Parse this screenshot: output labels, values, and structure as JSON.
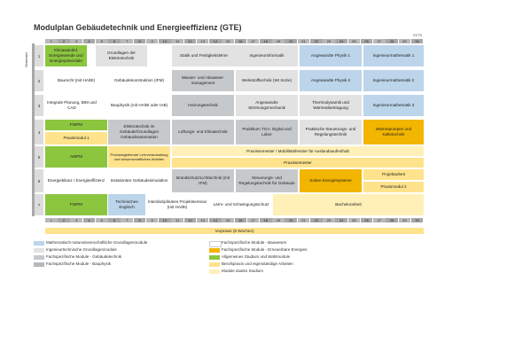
{
  "title": "Modulplan Gebäudetechnik und Energieeffizienz (GTE)",
  "ects_label": "ECTS",
  "semester_label": "Semester",
  "columns": [
    "1",
    "2",
    "3",
    "4",
    "5",
    "6",
    "7",
    "8",
    "9",
    "10",
    "11",
    "12",
    "13",
    "14",
    "15",
    "16",
    "17",
    "18",
    "19",
    "20",
    "21",
    "22",
    "23",
    "24",
    "25",
    "26",
    "27",
    "28",
    "29",
    "30"
  ],
  "rows": [
    "1",
    "2",
    "3",
    "4",
    "5",
    "6",
    "7"
  ],
  "colors": {
    "math": "#bcd5ea",
    "engineering": "#e2e2e2",
    "building_tech": "#c6c9cc",
    "building_phys": "#b5b9bd",
    "general": "#8cc63f",
    "practice": "#ffe38c",
    "renewables": "#f2b500"
  },
  "modules": {
    "r1c1": "Klimawandel, Energiewende und Energiepotenziale",
    "r1c2": "Grundlagen der Elektrotechnik",
    "r1c3": "Statik und Festigkeitslehre",
    "r1c4": "Ingenieurinformatik",
    "r1c5": "Angewandte Physik 1",
    "r1c6": "Ingenieurmathematik 1",
    "r2c1": "Baurecht (mit HA/BI)",
    "r2c2": "Gebäudekonstruktion (IFM)",
    "r2c3": "Wasser- und Abwasser-management",
    "r2c4": "Werkstofftechnik (WI SoSe)",
    "r2c5": "Angewandte Physik 2",
    "r2c6": "Ingenieurmathematik 2",
    "r3c1": "Integrale Planung, BIM und CAD",
    "r3c2": "Bauphysik (mit HA/BI oder IAB)",
    "r3c3": "Heizungstechnik",
    "r3c4": "Angewandte Strömungsmechanik",
    "r3c5": "Thermodynamik und Wärmeübertragung",
    "r3c6": "Ingenieurmathematik 3",
    "r4c1a": "FWPM",
    "r4c1b": "Praxismodul 1",
    "r4c2": "Elektrotechnik im Gebäude/Grundlagen Gebäudeautomation",
    "r4c3": "Lüftungs- und Klimatechnik",
    "r4c4": "Praktikum TGA: Digital und Labor",
    "r4c5": "Praktische Steuerungs- und Regelungstechnik",
    "r4c6": "Wärmepumpen und Kältetechnik",
    "r5c1": "AWPM",
    "r5c2": "Praxisbegleitende Lehrveranstaltung und wissenschaftliches Arbeiten",
    "r5c3a": "Praxissemester / Mobilitätsfenster für Auslandsaufenthalt",
    "r5c3b": "Praxissemester",
    "r6c1": "Energiebilanz / Energieeffizienz",
    "r6c2": "Instationäre Gebäudesimulation",
    "r6c3": "Brandschutz/Lichttechnik (mit IFM)",
    "r6c4": "Steuerungs- und Regelungstechnik für Gebäude",
    "r6c5": "Solare Energiesysteme",
    "r6c6a": "Projektarbeit",
    "r6c6b": "Praxismodul 2",
    "r7c1": "FWPM",
    "r7c2": "Technisches Englisch",
    "r7c3": "Interdisziplinäres Projektseminar (mit HA/BI)",
    "r7c4": "Lärm- und Schwingungsschutz",
    "r7c5": "Bachelorarbeit",
    "vorpraxis": "Vorpraxis (8 Wochen)"
  },
  "legend": {
    "math": "Mathematisch-naturwissenschaftliche Grundlagenmodule",
    "engineering": "Ingenieurtechnische Grundlagenmodule",
    "building_tech": "Fachspezifische Module - Gebäudetechnik",
    "building_phys": "Fachspezifische Module - Bauphysik",
    "construction": "Fachspezifische Module - Bauwesen",
    "renewables": "Fachspezifische Module - Erneuerbare Energien",
    "general": "Allgemeines Studium und Wahlmodule",
    "practice": "Berufspraxis und eigenständige Arbeiten",
    "dual": "Module duales Studium"
  }
}
